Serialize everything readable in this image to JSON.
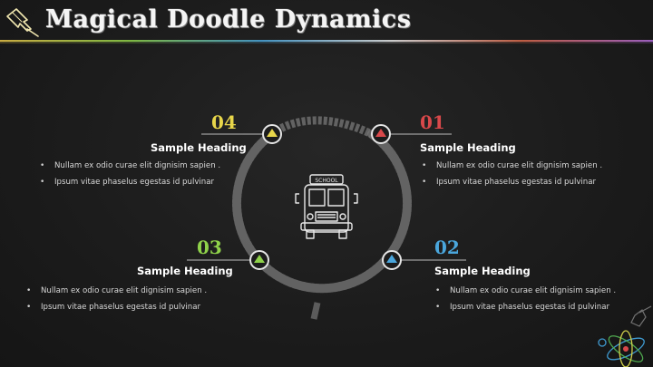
{
  "header": {
    "title": "Magical Doodle Dynamics"
  },
  "center": {
    "sign_text": "SCHOOL"
  },
  "steps": [
    {
      "number": "04",
      "heading": "Sample Heading",
      "bullets": [
        "Nullam ex odio curae elit dignisim sapien .",
        "Ipsum vitae phaselus egestas id pulvinar"
      ],
      "color": "#e8d64a"
    },
    {
      "number": "01",
      "heading": "Sample Heading",
      "bullets": [
        "Nullam ex odio curae elit dignisim sapien .",
        "Ipsum vitae phaselus egestas id pulvinar"
      ],
      "color": "#d9484a"
    },
    {
      "number": "03",
      "heading": "Sample Heading",
      "bullets": [
        "Nullam ex odio curae elit dignisim sapien .",
        "Ipsum vitae phaselus egestas id pulvinar"
      ],
      "color": "#8fd24a"
    },
    {
      "number": "02",
      "heading": "Sample Heading",
      "bullets": [
        "Nullam ex odio curae elit dignisim sapien .",
        "Ipsum vitae phaselus egestas id pulvinar"
      ],
      "color": "#4aa6dc"
    }
  ],
  "icons": [
    "pushpin-icon",
    "school-bus-icon",
    "hand-pointer-icon",
    "atom-doodle-icon"
  ]
}
